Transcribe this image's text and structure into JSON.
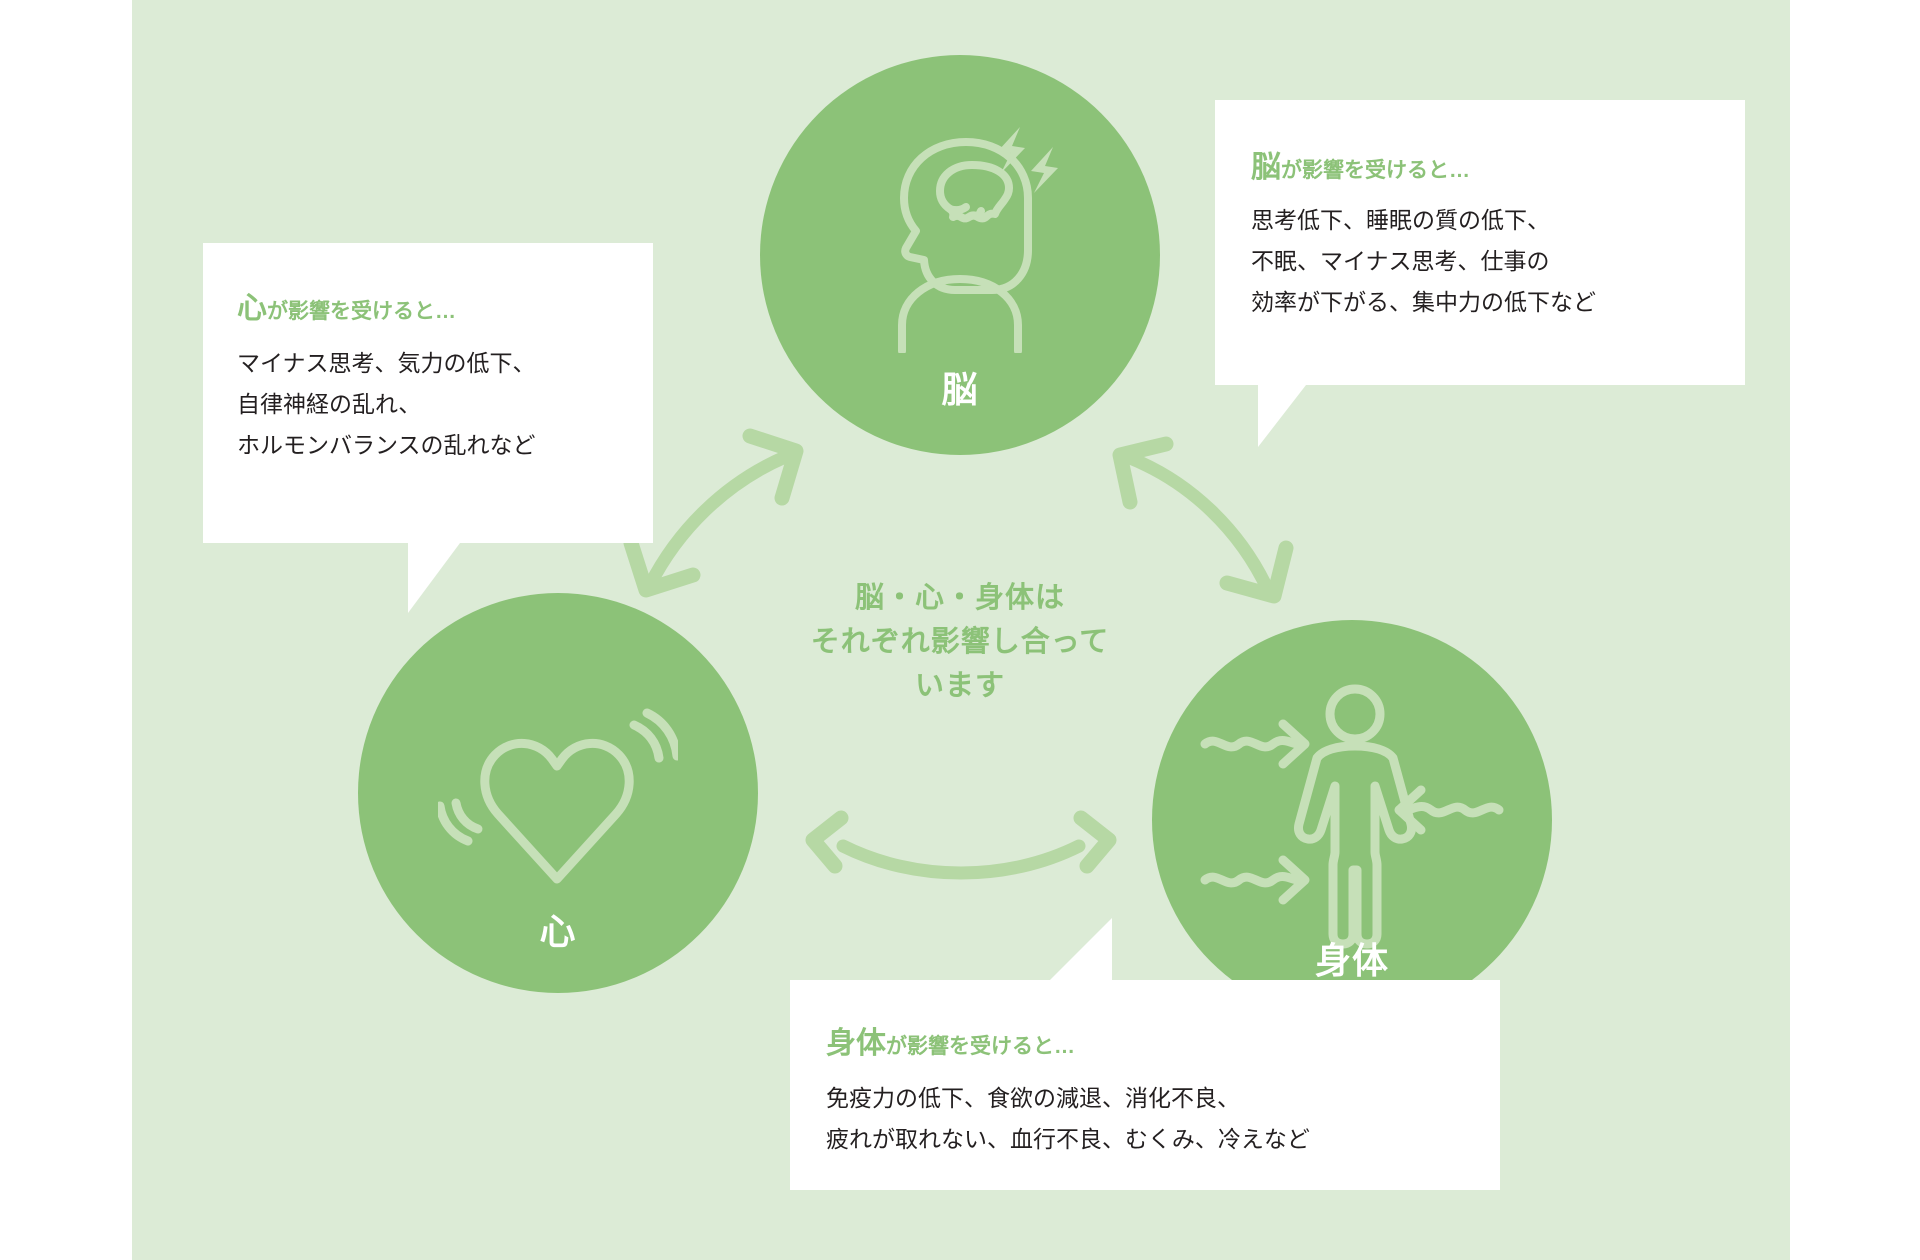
{
  "theme": {
    "panel_bg": "#dcebd6",
    "circle_fill": "#8cc278",
    "icon_stroke": "#c6e0b8",
    "accent_green": "#8cc278",
    "callout_bg": "#ffffff",
    "body_text": "#231f20",
    "label_text": "#ffffff"
  },
  "center_caption": {
    "lines": [
      "脳・心・身体は",
      "それぞれ影響し合って",
      "います"
    ]
  },
  "nodes": [
    {
      "id": "brain",
      "label": "脳",
      "icon": "head-with-brain-icon"
    },
    {
      "id": "heart",
      "label": "心",
      "icon": "heart-pulse-icon"
    },
    {
      "id": "body",
      "label": "身体",
      "icon": "human-body-icon"
    }
  ],
  "callouts": [
    {
      "id": "brain",
      "title_key": "脳",
      "title_rest": "が影響を受けると…",
      "lines": [
        "思考低下、睡眠の質の低下、",
        "不眠、マイナス思考、仕事の",
        "効率が下がる、集中力の低下など"
      ]
    },
    {
      "id": "heart",
      "title_key": "心",
      "title_rest": "が影響を受けると…",
      "lines": [
        "マイナス思考、気力の低下、",
        "自律神経の乱れ、",
        "ホルモンバランスの乱れなど"
      ]
    },
    {
      "id": "body",
      "title_key": "身体",
      "title_rest": "が影響を受けると…",
      "lines": [
        "免疫力の低下、食欲の減退、消化不良、",
        "疲れが取れない、血行不良、むくみ、冷えなど"
      ]
    }
  ],
  "connectors": [
    {
      "id": "heart-brain",
      "style": "double-headed-curved-arrow"
    },
    {
      "id": "brain-body",
      "style": "double-headed-curved-arrow"
    },
    {
      "id": "heart-body",
      "style": "double-headed-curved-arrow"
    }
  ]
}
